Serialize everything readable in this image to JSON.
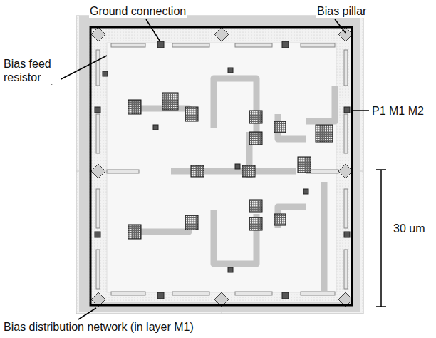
{
  "diagram": {
    "labels": [
      "Ground connection",
      "Bias pillar",
      "Bias feed resistor",
      "P1 M1 M2",
      "30 um",
      "Bias distribution network (in layer M1)"
    ]
  }
}
